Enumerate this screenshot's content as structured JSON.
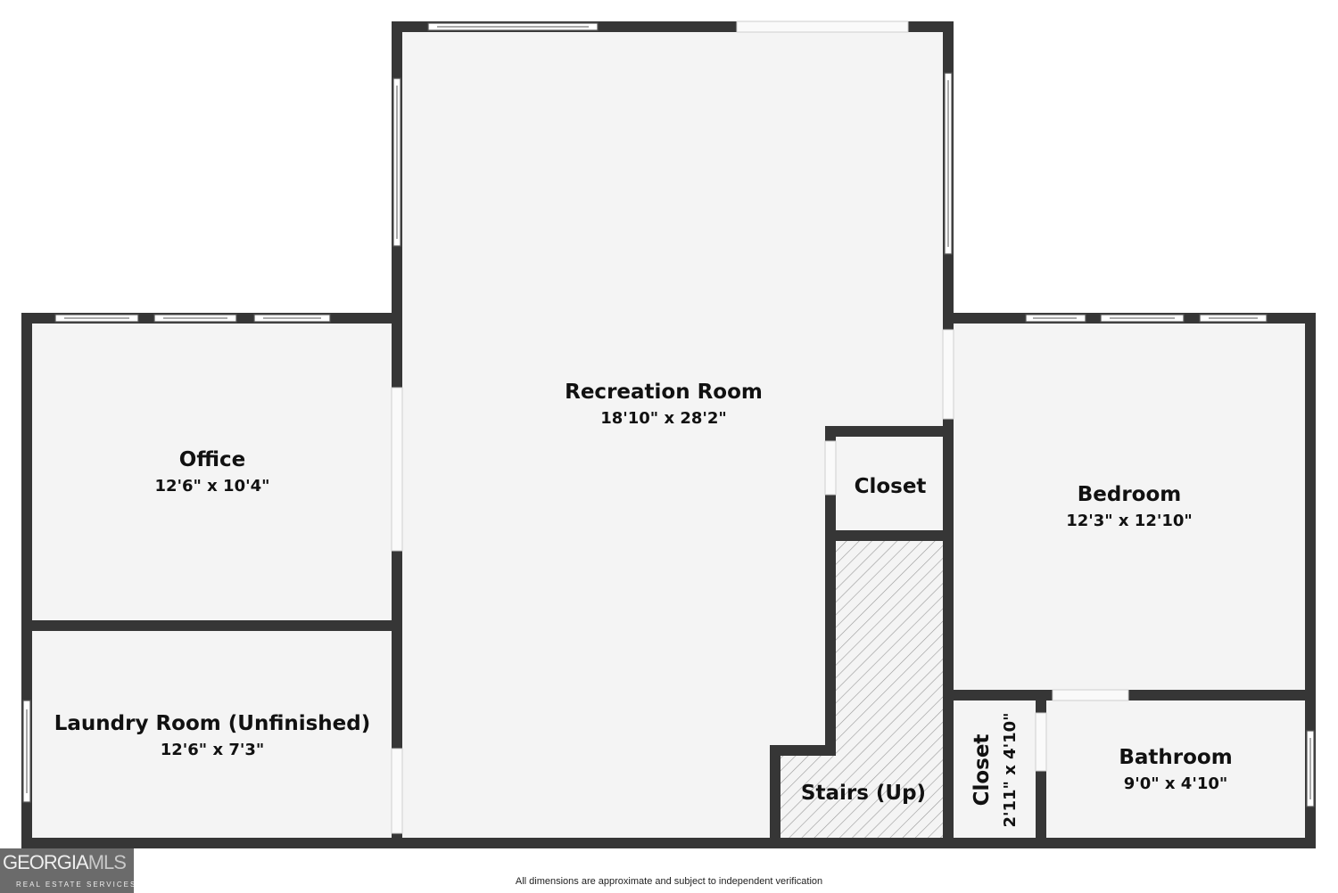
{
  "rooms": {
    "recreation": {
      "name": "Recreation Room",
      "dims": "18'10\" x 28'2\""
    },
    "office": {
      "name": "Office",
      "dims": "12'6\" x 10'4\""
    },
    "laundry": {
      "name": "Laundry Room (Unfinished)",
      "dims": "12'6\" x 7'3\""
    },
    "closet_upper": {
      "name": "Closet"
    },
    "stairs": {
      "name": "Stairs (Up)"
    },
    "bedroom": {
      "name": "Bedroom",
      "dims": "12'3\" x 12'10\""
    },
    "closet_lower": {
      "name": "Closet",
      "dims": "2'11\" x 4'10\""
    },
    "bathroom": {
      "name": "Bathroom",
      "dims": "9'0\" x 4'10\""
    }
  },
  "footer": "All dimensions are approximate and subject to independent verification",
  "logo": {
    "text_a": "GEORGIA",
    "text_b": "MLS",
    "tagline": "REAL ESTATE SERVICES"
  },
  "colors": {
    "wall": "#363636",
    "floor": "#f4f4f4",
    "stairs_hatch": "#999999"
  }
}
